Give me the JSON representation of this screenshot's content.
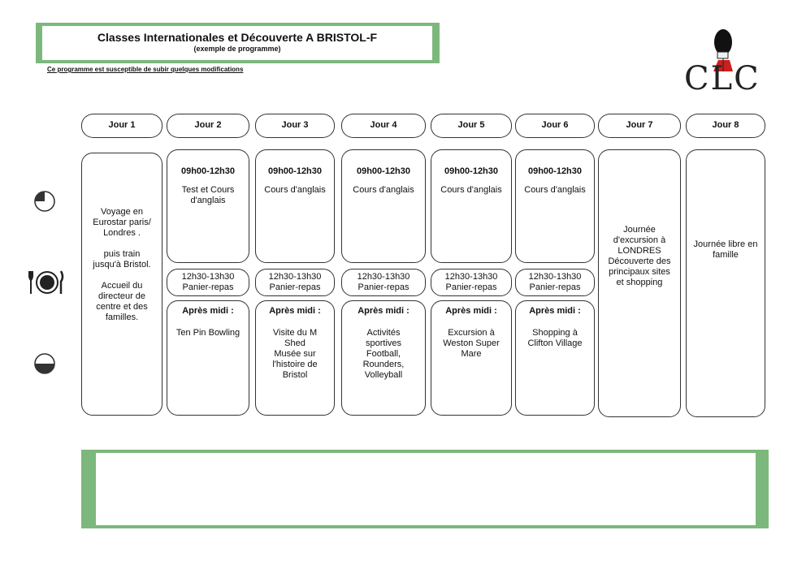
{
  "header": {
    "title": "Classes Internationales et Découverte A  BRISTOL-F",
    "subtitle": "(exemple de programme)",
    "disclaimer": "Ce programme est susceptible de subir quelques modifications"
  },
  "logo": {
    "text": "CLC",
    "icon": "guard-icon"
  },
  "days": [
    {
      "label": "Jour 1",
      "full": "Voyage en Eurostar paris/ Londres .\n\npuis train jusqu'à Bristol.\n\nAccueil du directeur de centre et des familles."
    },
    {
      "label": "Jour 2",
      "morning_time": "09h00-12h30",
      "morning": "Test et Cours d'anglais",
      "lunch": "12h30-13h30\nPanier-repas",
      "pm_title": "Après midi :",
      "pm": "Ten Pin Bowling"
    },
    {
      "label": "Jour 3",
      "morning_time": "09h00-12h30",
      "morning": "Cours d'anglais",
      "lunch": "12h30-13h30\nPanier-repas",
      "pm_title": "Après midi :",
      "pm": "Visite du M Shed\nMusée sur l'histoire de Bristol"
    },
    {
      "label": "Jour 4",
      "morning_time": "09h00-12h30",
      "morning": "Cours d'anglais",
      "lunch": "12h30-13h30\nPanier-repas",
      "pm_title": "Après midi :",
      "pm": "Activités sportives Football, Rounders, Volleyball"
    },
    {
      "label": "Jour 5",
      "morning_time": "09h00-12h30",
      "morning": "Cours d'anglais",
      "lunch": "12h30-13h30\nPanier-repas",
      "pm_title": "Après midi :",
      "pm": "Excursion à Weston Super Mare"
    },
    {
      "label": "Jour 6",
      "morning_time": "09h00-12h30",
      "morning": "Cours d'anglais",
      "lunch": "12h30-13h30\nPanier-repas",
      "pm_title": "Après midi :",
      "pm": "Shopping à Clifton Village"
    },
    {
      "label": "Jour 7",
      "full": "Journée d'excursion à LONDRES Découverte des principaux sites et shopping"
    },
    {
      "label": "Jour 8",
      "full": "Journée libre en famille"
    }
  ],
  "side_icons": [
    "morning-clock-icon",
    "meal-plate-icon",
    "afternoon-clock-icon"
  ],
  "colors": {
    "accent_green": "#7cb87c",
    "logo_red": "#cc1f1f"
  }
}
